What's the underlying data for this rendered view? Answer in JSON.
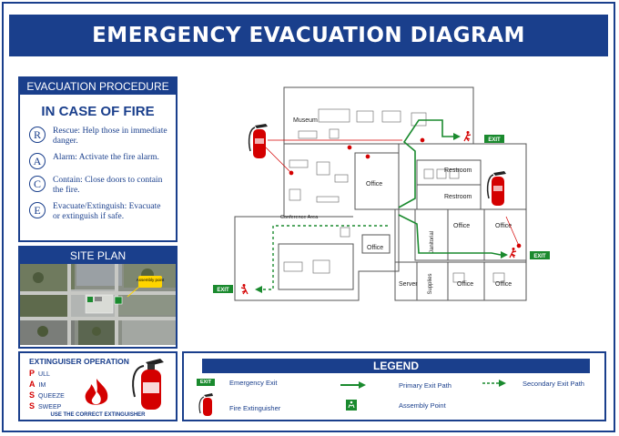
{
  "title": "EMERGENCY EVACUATION DIAGRAM",
  "procedure": {
    "heading": "EVACUATION PROCEDURE",
    "subheading": "IN CASE OF FIRE",
    "steps": [
      {
        "letter": "R",
        "text": "Rescue: Help those in immediate danger."
      },
      {
        "letter": "A",
        "text": "Alarm: Activate the fire alarm."
      },
      {
        "letter": "C",
        "text": "Contain: Close doors to contain the fire."
      },
      {
        "letter": "E",
        "text": "Evacuate/Extinguish: Evacuate or extinguish if safe."
      }
    ]
  },
  "site_plan": {
    "heading": "SITE PLAN",
    "assembly_label": "Assembly point"
  },
  "extinguisher": {
    "heading": "EXTINGUISER OPERATION",
    "pass": [
      {
        "letter": "P",
        "word": "ULL"
      },
      {
        "letter": "A",
        "word": "IM"
      },
      {
        "letter": "S",
        "word": "QUEEZE"
      },
      {
        "letter": "S",
        "word": "SWEEP"
      }
    ],
    "footer": "USE THE CORRECT EXTINGUISHER"
  },
  "floor_plan": {
    "rooms": {
      "museum": "Museum",
      "office_left": "Office",
      "restroom_top": "Restroom",
      "restroom_bottom": "Restroom",
      "conference": "Conference Area",
      "janitorial": "Janitorial",
      "office_mid": "Office",
      "office_right": "Office",
      "office_small": "Office",
      "server": "Server",
      "supplies": "Supplies",
      "office_bottom1": "Office",
      "office_bottom2": "Office"
    },
    "exit_label": "EXIT"
  },
  "legend": {
    "heading": "LEGEND",
    "items": {
      "emergency_exit": "Emergency Exit",
      "fire_extinguisher": "Fire Extinguisher",
      "primary_path": "Primary Exit Path",
      "assembly_point": "Assembly Point",
      "secondary_path": "Secondary Exit Path"
    }
  },
  "colors": {
    "navy": "#1a3f8c",
    "exit_green": "#1a8a2e",
    "fire_red": "#d40000"
  }
}
